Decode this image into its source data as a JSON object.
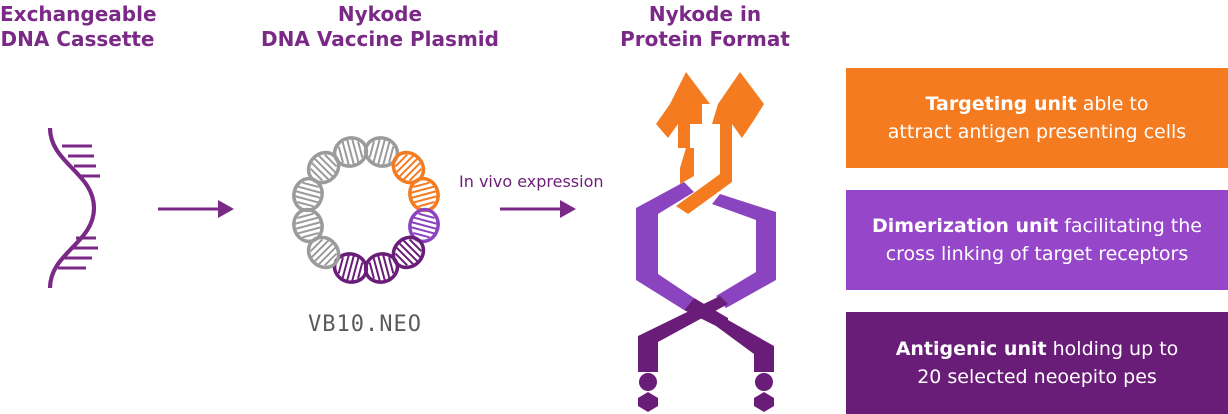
{
  "titles": {
    "cassette": [
      "Exchangeable",
      "DNA Cassette"
    ],
    "plasmid": [
      "Nykode",
      "DNA Vaccine Plasmid"
    ],
    "protein": [
      "Nykode in",
      "Protein Format"
    ]
  },
  "expression_label": "In vivo expression",
  "plasmid_name": "VB10.NEO",
  "colors": {
    "orange": "#f47b20",
    "purple": "#8b44c0",
    "dark_purple": "#6a1c79",
    "gray": "#9b9b9b"
  },
  "units": [
    {
      "bold": "Targeting unit",
      "rest_line1": " able to",
      "line2": "attract antigen presenting cells",
      "color": "#f47b20"
    },
    {
      "bold": "Dimerization unit",
      "rest_line1": " facilitating the",
      "line2": "cross linking of target receptors",
      "color": "#9646c8"
    },
    {
      "bold": "Antigenic unit",
      "rest_line1": " holding up to",
      "line2": "20 selected neoepito pes",
      "color": "#6a1c79"
    }
  ]
}
